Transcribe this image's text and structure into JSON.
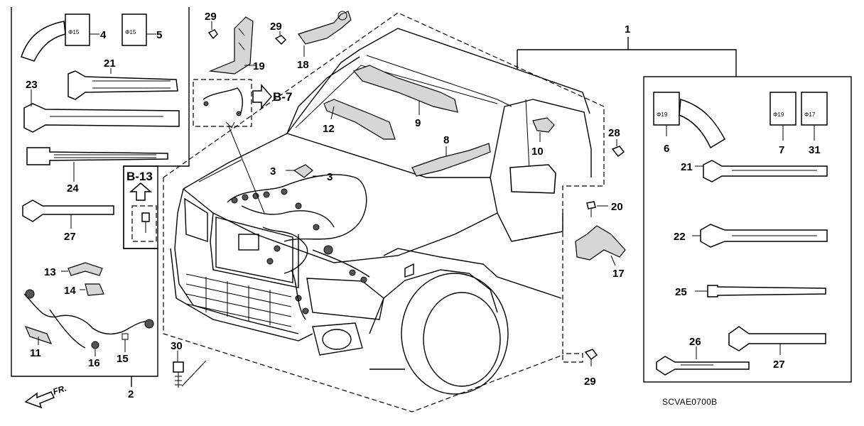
{
  "diagram": {
    "part_code": "SCVAE0700B",
    "front_label": "FR.",
    "section_refs": {
      "b7": "B-7",
      "b13": "B-13"
    },
    "callouts": {
      "c1": "1",
      "c2": "2",
      "c3a": "3",
      "c3b": "3",
      "c4": "4",
      "c5": "5",
      "c6": "6",
      "c7": "7",
      "c8": "8",
      "c9": "9",
      "c10": "10",
      "c11": "11",
      "c12": "12",
      "c13": "13",
      "c14": "14",
      "c15": "15",
      "c16": "16",
      "c17": "17",
      "c18": "18",
      "c19": "19",
      "c20": "20",
      "c21a": "21",
      "c21b": "21",
      "c22": "22",
      "c23": "23",
      "c24": "24",
      "c25": "25",
      "c26": "26",
      "c27a": "27",
      "c27b": "27",
      "c28": "28",
      "c29a": "29",
      "c29b": "29",
      "c29c": "29",
      "c30": "30",
      "c31": "31"
    },
    "clip_markings": {
      "m4": "Φ15",
      "m5": "Φ15",
      "m6": "Φ19",
      "m7": "Φ19",
      "m31": "Φ17"
    }
  }
}
